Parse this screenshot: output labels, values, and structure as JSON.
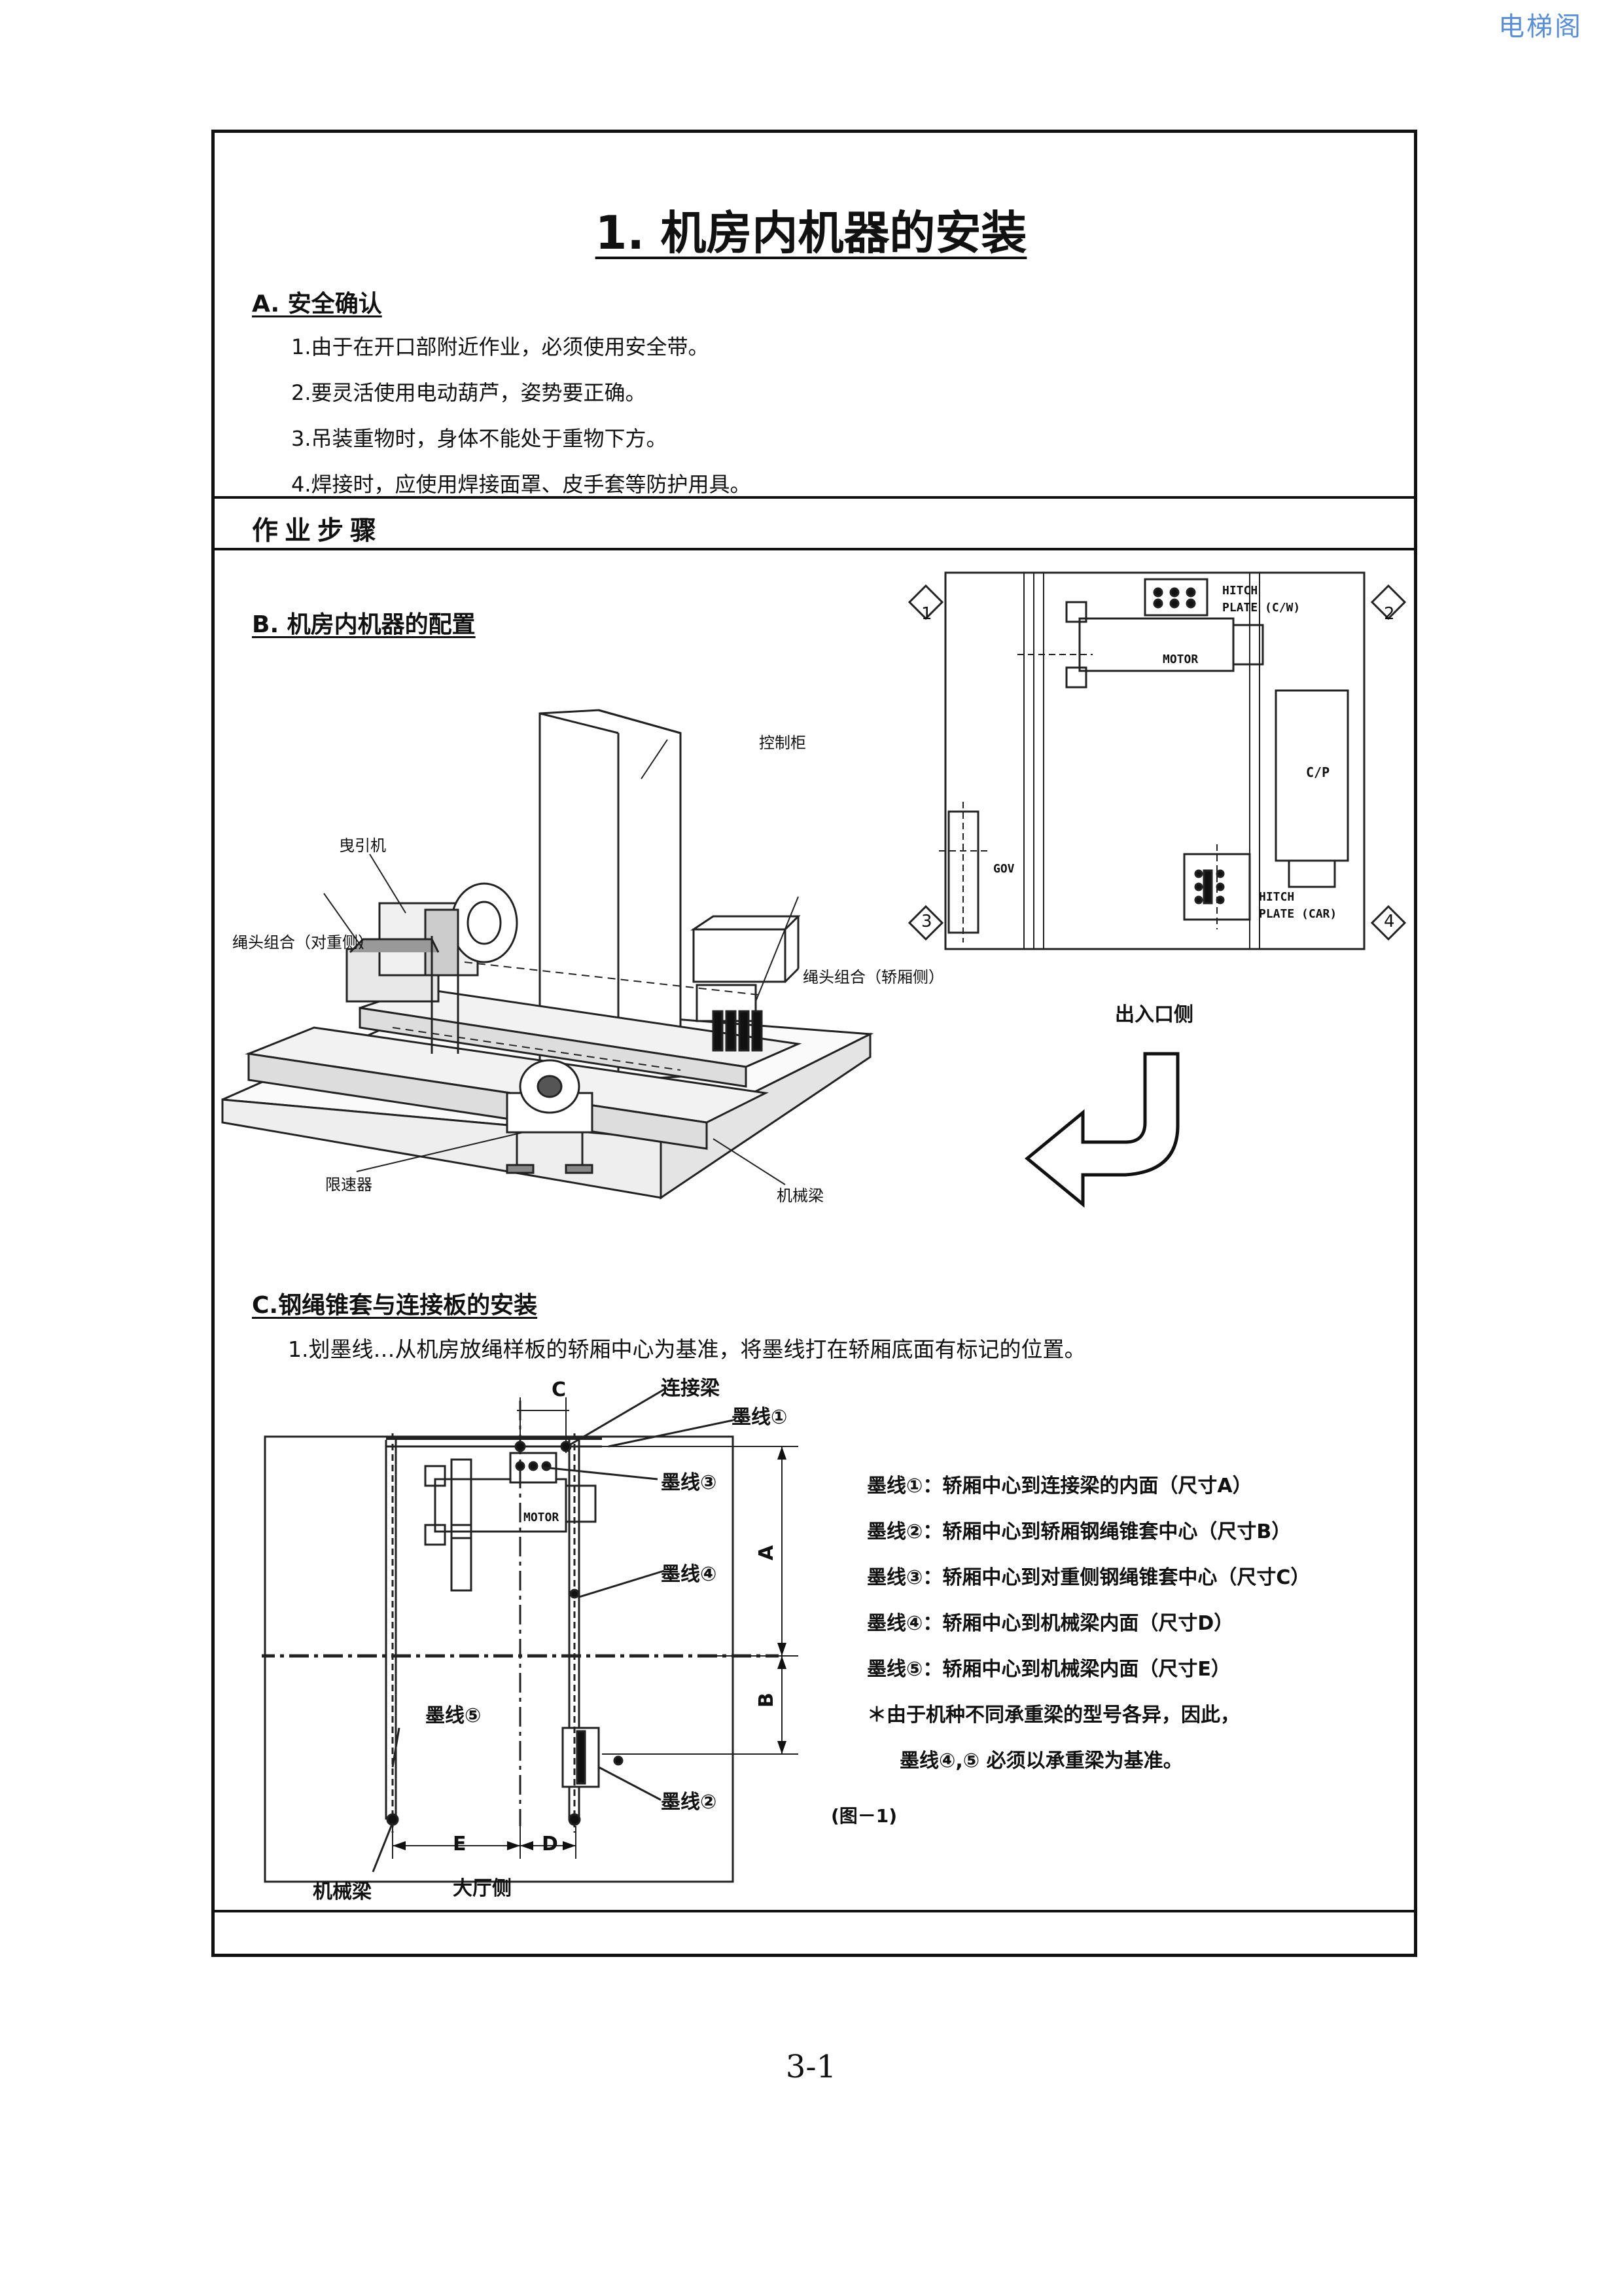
{
  "watermark": "电梯阁",
  "title": "1. 机房内机器的安装",
  "sectionA": {
    "heading": "A. 安全确认",
    "items": [
      "1.由于在开口部附近作业，必须使用安全带。",
      "2.要灵活使用电动葫芦，姿势要正确。",
      "3.吊装重物时，身体不能处于重物下方。",
      "4.焊接时，应使用焊接面罩、皮手套等防护用具。"
    ]
  },
  "steps_label": "作业步骤",
  "sectionB": {
    "heading": "B. 机房内机器的配置",
    "iso_labels": {
      "control_cabinet": "控制柜",
      "traction_machine": "曳引机",
      "rope_hitch_cw": "绳头组合（对重侧）",
      "rope_hitch_car": "绳头组合（轿厢侧）",
      "governor": "限速器",
      "machine_beam": "机械梁"
    },
    "plan": {
      "hitch_cw_line1": "HITCH",
      "hitch_cw_line2": "PLATE (C/W)",
      "motor": "MOTOR",
      "cp": "C/P",
      "gov": "GOV",
      "hitch_car_line1": "HITCH",
      "hitch_car_line2": "PLATE (CAR)",
      "markers": [
        "1",
        "2",
        "3",
        "4"
      ]
    },
    "entrance_side": "出入口侧"
  },
  "sectionC": {
    "heading": "C.钢绳锥套与连接板的安装",
    "step1": "1.划墨线…从机房放绳样板的轿厢中心为基准，将墨线打在轿厢底面有标记的位置。",
    "drawing": {
      "dim_c": "C",
      "connecting_beam": "连接梁",
      "line1": "墨线①",
      "line3": "墨线③",
      "line4": "墨线④",
      "line5": "墨线⑤",
      "line2": "墨线②",
      "motor": "MOTOR",
      "dim_a": "A",
      "dim_b": "B",
      "dim_e": "E",
      "dim_d": "D",
      "machine_beam": "机械梁",
      "hall_side": "大厅侧"
    },
    "notes": [
      "墨线①：轿厢中心到连接梁的内面（尺寸A）",
      "墨线②：轿厢中心到轿厢钢绳锥套中心（尺寸B）",
      "墨线③：轿厢中心到对重侧钢绳锥套中心（尺寸C）",
      "墨线④：轿厢中心到机械梁内面（尺寸D）",
      "墨线⑤：轿厢中心到机械梁内面（尺寸E）",
      "＊由于机种不同承重梁的型号各异，因此，",
      "墨线④,⑤ 必须以承重梁为基准。"
    ],
    "figure_label": "(图－1)"
  },
  "page_number": "3-1"
}
